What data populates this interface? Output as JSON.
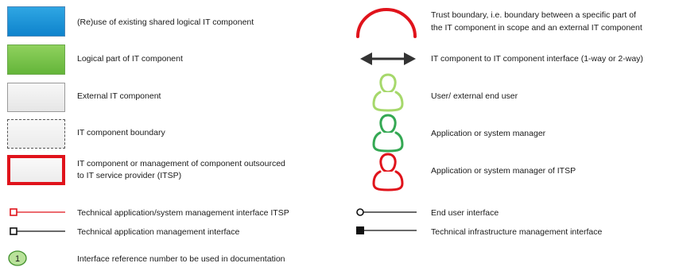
{
  "legend": {
    "left": [
      {
        "label": "(Re)use of existing shared logical IT component",
        "icon": "blue-box"
      },
      {
        "label": "Logical part of IT component",
        "icon": "green-box"
      },
      {
        "label": "External IT component",
        "icon": "grey-box"
      },
      {
        "label": "IT component boundary",
        "icon": "dashed-box"
      },
      {
        "label_line1": "IT component or management of component outsourced",
        "label_line2": "to IT service provider (ITSP)",
        "icon": "red-outlined-box"
      },
      {
        "label": "Technical application/system management interface ITSP",
        "icon": "red-line-square-end"
      },
      {
        "label": "Technical application management interface",
        "icon": "black-line-square-end"
      },
      {
        "label": "Interface reference number to be used in documentation",
        "icon": "green-number-circle",
        "badge": "1"
      }
    ],
    "right": [
      {
        "label_line1": "Trust boundary, i.e. boundary between a specific part of",
        "label_line2": "the IT component in scope and an external IT component",
        "icon": "red-arc"
      },
      {
        "label": "IT component to IT component interface (1-way or 2-way)",
        "icon": "double-arrow"
      },
      {
        "label": "User/ external end user",
        "icon": "light-green-person"
      },
      {
        "label": "Application or system manager",
        "icon": "green-person"
      },
      {
        "label": "Application or system manager of ITSP",
        "icon": "red-person"
      },
      {
        "label": "End user interface",
        "icon": "line-open-circle-end"
      },
      {
        "label": "Technical infrastructure management interface",
        "icon": "line-filled-square-end"
      }
    ]
  },
  "colors": {
    "blue": "#0e83cc",
    "green": "#64b53a",
    "light_green": "#a6d86b",
    "dark_green": "#34a853",
    "red": "#e0131b",
    "badge_fill": "#b9e29a"
  }
}
